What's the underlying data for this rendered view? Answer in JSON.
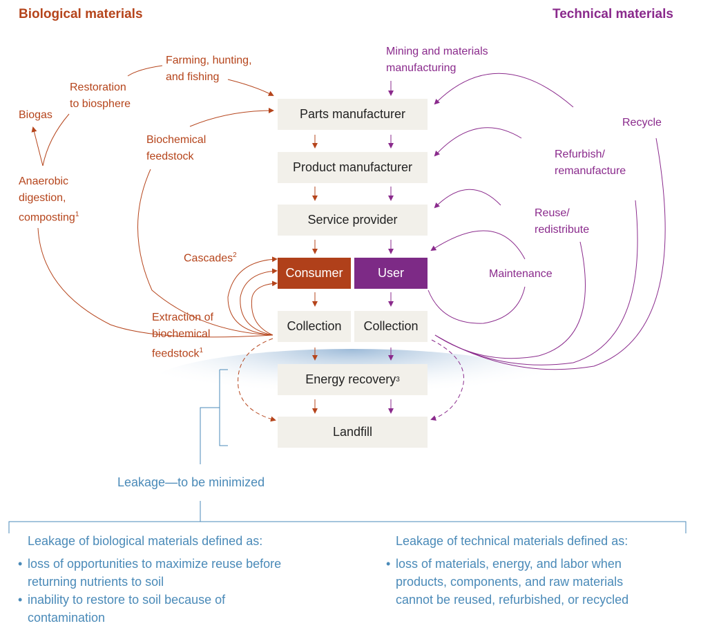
{
  "headers": {
    "biological": "Biological materials",
    "technical": "Technical materials"
  },
  "bio_labels": {
    "farming": [
      "Farming, hunting,",
      "and fishing"
    ],
    "restoration": [
      "Restoration",
      "to biosphere"
    ],
    "biogas": "Biogas",
    "biochemical": [
      "Biochemical",
      "feedstock"
    ],
    "anaerobic": [
      "Anaerobic",
      "digestion,",
      "composting"
    ],
    "anaerobic_sup": "1",
    "cascades": "Cascades",
    "cascades_sup": "2",
    "extraction": [
      "Extraction of",
      "biochemical",
      "feedstock"
    ],
    "extraction_sup": "1"
  },
  "tech_labels": {
    "mining": [
      "Mining and materials",
      "manufacturing"
    ],
    "recycle": "Recycle",
    "refurbish": [
      "Refurbish/",
      "remanufacture"
    ],
    "reuse": [
      "Reuse/",
      "redistribute"
    ],
    "maintenance": "Maintenance"
  },
  "boxes": {
    "parts": "Parts manufacturer",
    "product": "Product manufacturer",
    "service": "Service provider",
    "consumer": "Consumer",
    "user": "User",
    "collection_bio": "Collection",
    "collection_tech": "Collection",
    "energy": "Energy recovery",
    "energy_sup": "3",
    "landfill": "Landfill"
  },
  "leakage": {
    "title": "Leakage—to be minimized",
    "bio_heading": "Leakage of biological materials defined as:",
    "bio_bullets": [
      "loss of opportunities to maximize reuse before returning nutrients to soil",
      "inability to restore to soil because of contamination"
    ],
    "tech_heading": "Leakage of technical materials defined as:",
    "tech_bullets": [
      "loss of materials, energy, and labor when products, components, and raw materials cannot be reused, refurbished, or recycled"
    ]
  },
  "colors": {
    "biological": "#b5441b",
    "technical": "#8a2a8c",
    "leakage": "#4a8ab8",
    "box": "#f2f0ea"
  }
}
